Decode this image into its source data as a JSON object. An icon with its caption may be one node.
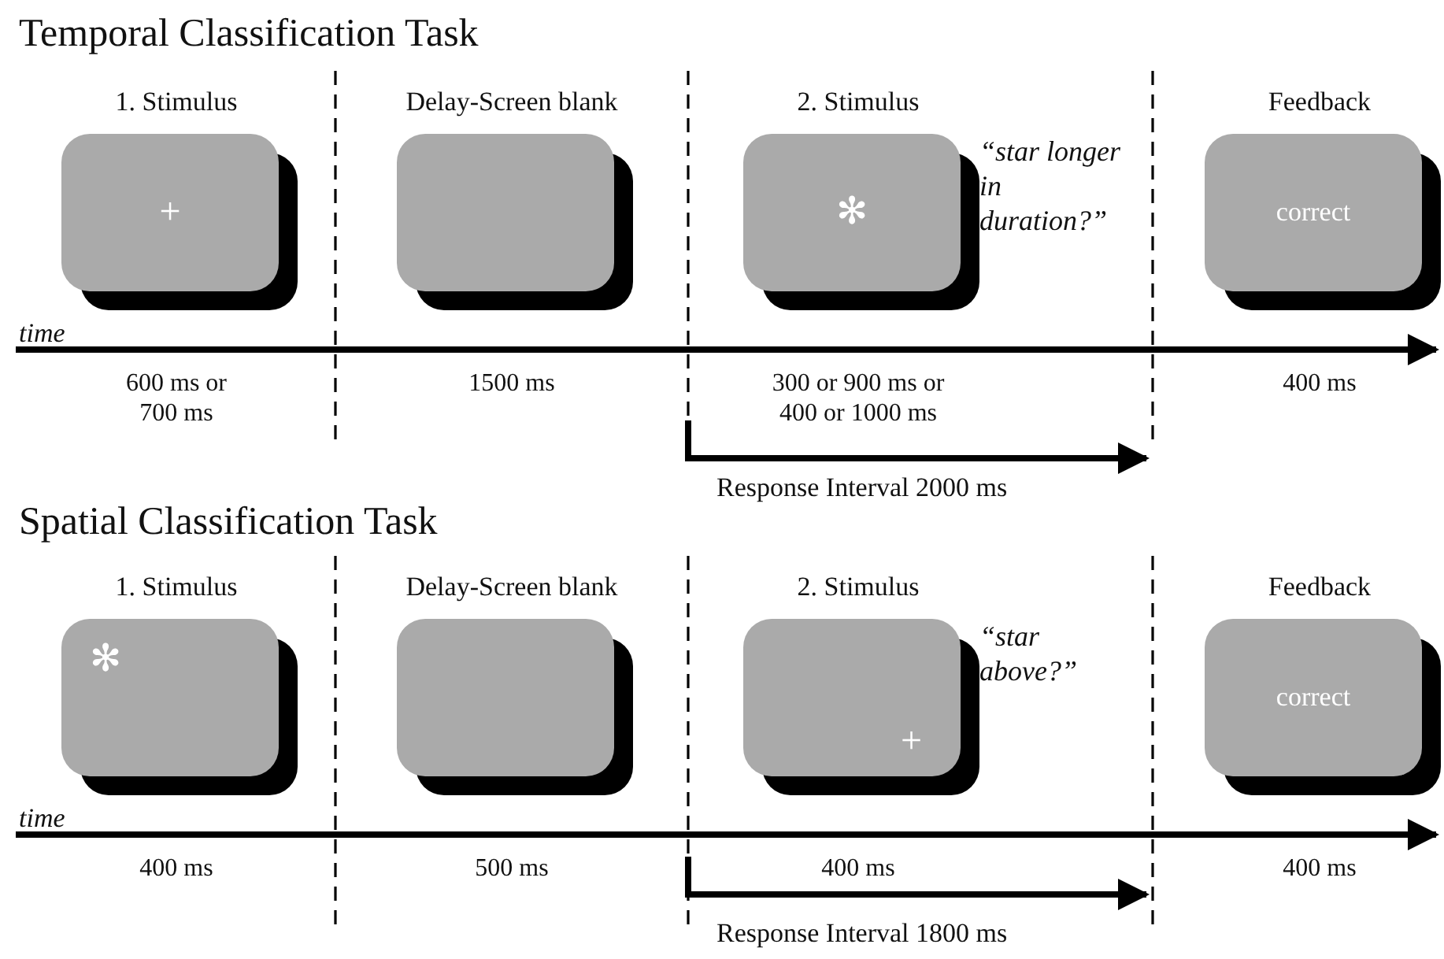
{
  "diagram": {
    "nodes": [
      {
        "text": [
          "1. Stimulus",
          "+"
        ],
        "beside": [
          "600 ms or 700 ms"
        ]
      },
      {
        "text": [
          "Delay-Screen blank"
        ],
        "beside": [
          "1500 ms"
        ]
      },
      {
        "text": [
          "2. Stimulus",
          "✻"
        ],
        "beside": [
          "“star longer in duration?”",
          "300 or 900 ms or 400 or 1000 ms"
        ]
      },
      {
        "text": [
          "Feedback",
          "correct"
        ],
        "beside": [
          "400 ms"
        ]
      },
      {
        "text": [
          "1. Stimulus",
          "✻"
        ],
        "beside": [
          "400 ms"
        ]
      },
      {
        "text": [
          "Delay-Screen blank"
        ],
        "beside": [
          "500 ms"
        ]
      },
      {
        "text": [
          "2. Stimulus",
          "+"
        ],
        "beside": [
          "“star above?”",
          "400 ms"
        ]
      },
      {
        "text": [
          "Feedback",
          "correct"
        ],
        "beside": [
          "400 ms"
        ]
      }
    ],
    "labels": [
      "Temporal Classification Task",
      "time",
      "Response Interval 2000 ms",
      "Spatial Classification Task",
      "time",
      "Response Interval 1800 ms"
    ]
  }
}
